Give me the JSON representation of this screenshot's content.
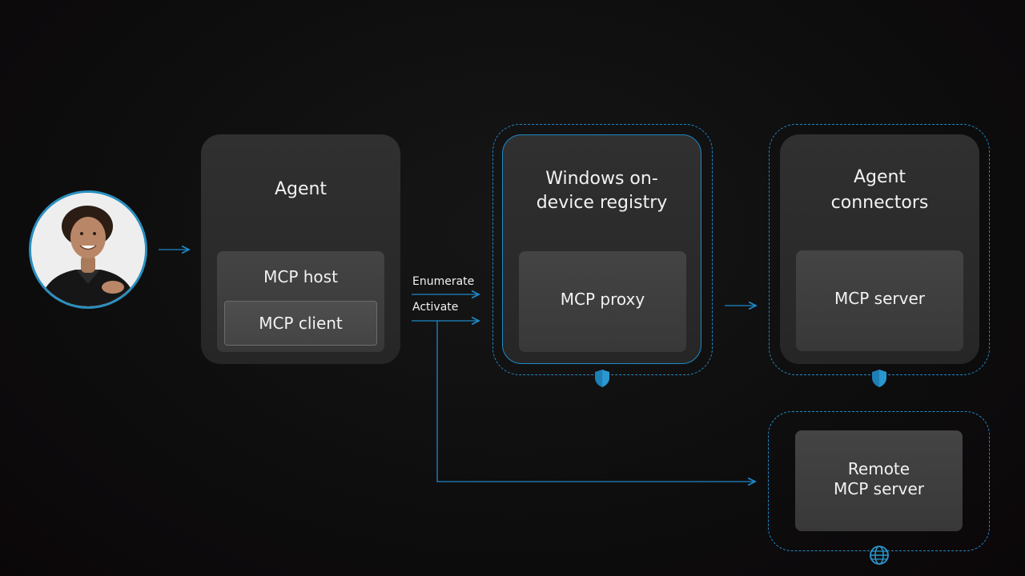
{
  "nodes": {
    "agent": {
      "title": "Agent"
    },
    "mcp_host": {
      "label": "MCP host"
    },
    "mcp_client": {
      "label": "MCP client"
    },
    "registry": {
      "title": "Windows on-\ndevice registry"
    },
    "mcp_proxy": {
      "label": "MCP proxy"
    },
    "connectors": {
      "title": "Agent\nconnectors"
    },
    "mcp_server": {
      "label": "MCP server"
    },
    "remote_server": {
      "label": "Remote\nMCP server"
    }
  },
  "edges": {
    "enumerate": "Enumerate",
    "activate": "Activate"
  },
  "icons": {
    "user": "user-avatar-photo",
    "shield": "shield-icon",
    "globe": "globe-icon"
  },
  "colors": {
    "accent": "#1e88c8",
    "card": "#2c2c2c",
    "inner": "#3f3f3f"
  }
}
